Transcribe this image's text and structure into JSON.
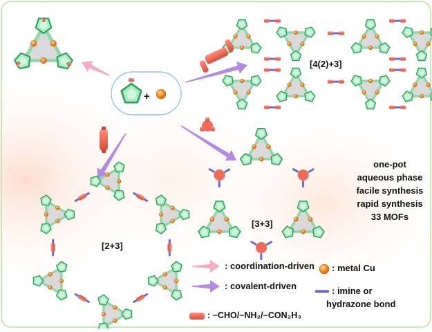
{
  "labels": {
    "plus": "+",
    "assembly_4_2_3": "[4(2)+3]",
    "assembly_3_3": "[3+3]",
    "assembly_2_3": "[2+3]"
  },
  "features": [
    "one-pot",
    "aqueous phase",
    "facile synthesis",
    "rapid synthesis",
    "33 MOFs"
  ],
  "legend": {
    "coordination": ": coordination-driven",
    "covalent": ": covalent-driven",
    "metal": ": metal Cu",
    "bond_line1": ": imine or",
    "bond_line2": "hydrazone bond",
    "linker": ": −CHO/−NH₂/−CON₂H₃"
  },
  "colors": {
    "pentagon_fill": "#a9ecc0",
    "pentagon_stroke": "#2fa05c",
    "triangle_fill": "#dadada",
    "copper": "#f28a1e",
    "linker": "#ee6b57",
    "bond": "#6b66e6",
    "arrow_coordination": "#f3adc6",
    "arrow_covalent": "#b38ae0",
    "frame": "#c9e6b2"
  }
}
